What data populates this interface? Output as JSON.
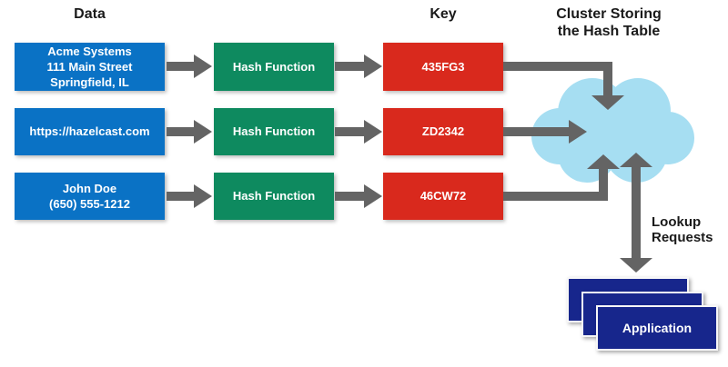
{
  "headers": {
    "data": "Data",
    "key": "Key",
    "cluster": "Cluster Storing\nthe Hash Table"
  },
  "rows": [
    {
      "data_text": "Acme Systems\n111 Main Street\nSpringfield, IL",
      "hash_label": "Hash Function",
      "key": "435FG3"
    },
    {
      "data_text": "https://hazelcast.com",
      "hash_label": "Hash Function",
      "key": "ZD2342"
    },
    {
      "data_text": "John Doe\n(650) 555-1212",
      "hash_label": "Hash Function",
      "key": "46CW72"
    }
  ],
  "lookup_label": "Lookup\nRequests",
  "application_label": "Application",
  "icons": {
    "cloud": "cloud-icon"
  },
  "colors": {
    "data_box": "#0a72c5",
    "hash_box": "#0e8a5f",
    "key_box": "#d9291d",
    "application_box": "#17268c",
    "cloud": "#a6def2",
    "arrow": "#646464",
    "text_dark": "#1a1a1a",
    "text_light": "#ffffff",
    "background": "#ffffff"
  }
}
